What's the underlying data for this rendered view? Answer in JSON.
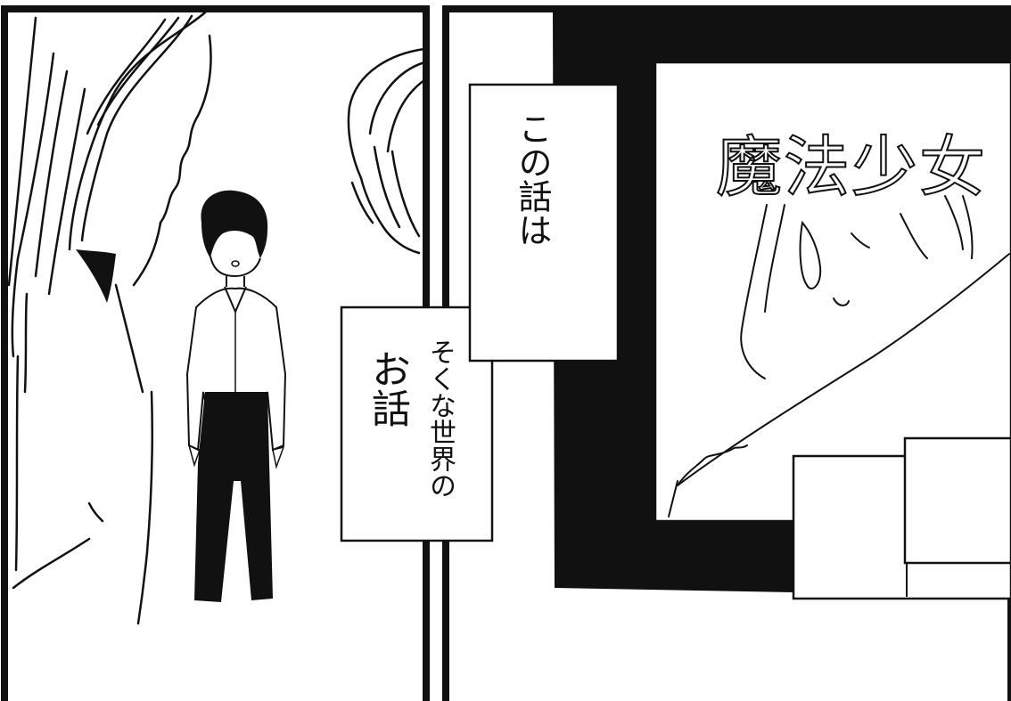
{
  "panels": [
    {
      "id": "left",
      "captions": [
        {
          "text": "そくな世界の"
        },
        {
          "text": "お話"
        }
      ]
    },
    {
      "id": "right",
      "captions": [
        {
          "text": "この話は"
        }
      ],
      "title": "魔法少女"
    }
  ],
  "colors": {
    "ink": "#111111",
    "paper": "#ffffff"
  }
}
